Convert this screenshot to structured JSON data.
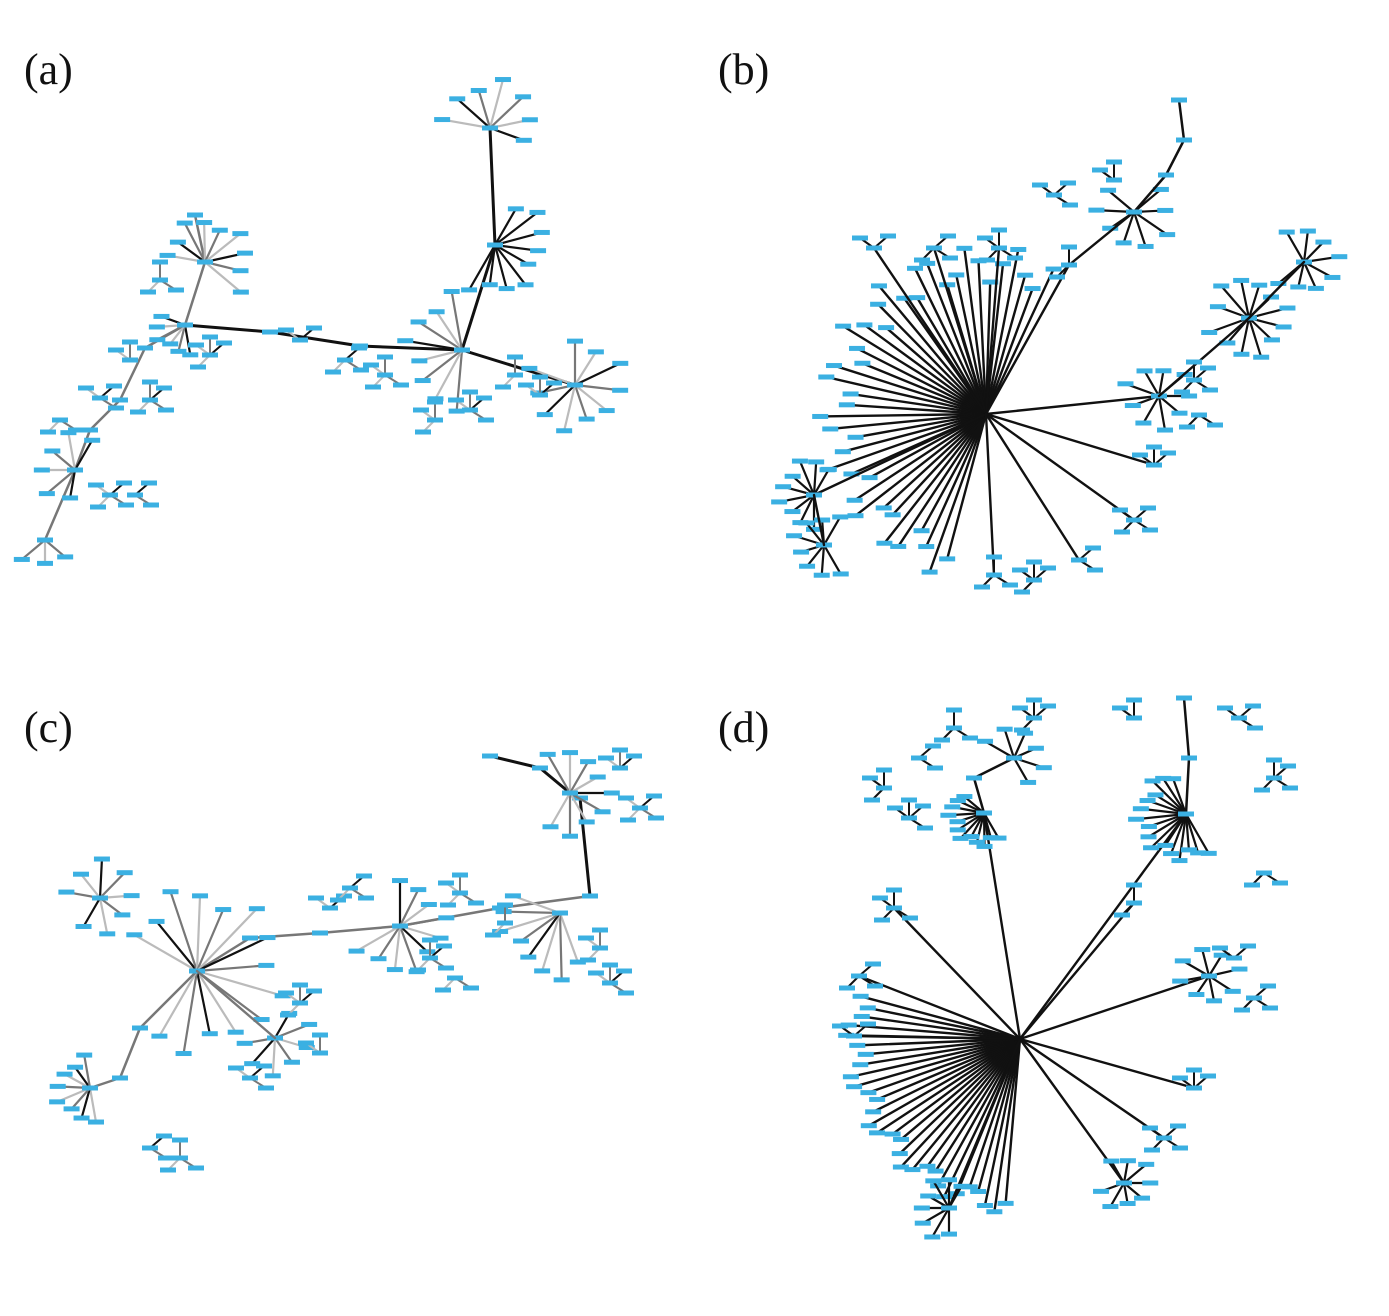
{
  "figure": {
    "panels": [
      {
        "id": "a",
        "label": "(a)",
        "style": "gray"
      },
      {
        "id": "b",
        "label": "(b)",
        "style": "black"
      },
      {
        "id": "c",
        "label": "(c)",
        "style": "gray"
      },
      {
        "id": "d",
        "label": "(d)",
        "style": "black"
      }
    ]
  },
  "colors": {
    "node": "#3bb0e2",
    "edge_dark": "#111111",
    "edge_mid": "#777777",
    "edge_light": "#bbbbbb"
  }
}
